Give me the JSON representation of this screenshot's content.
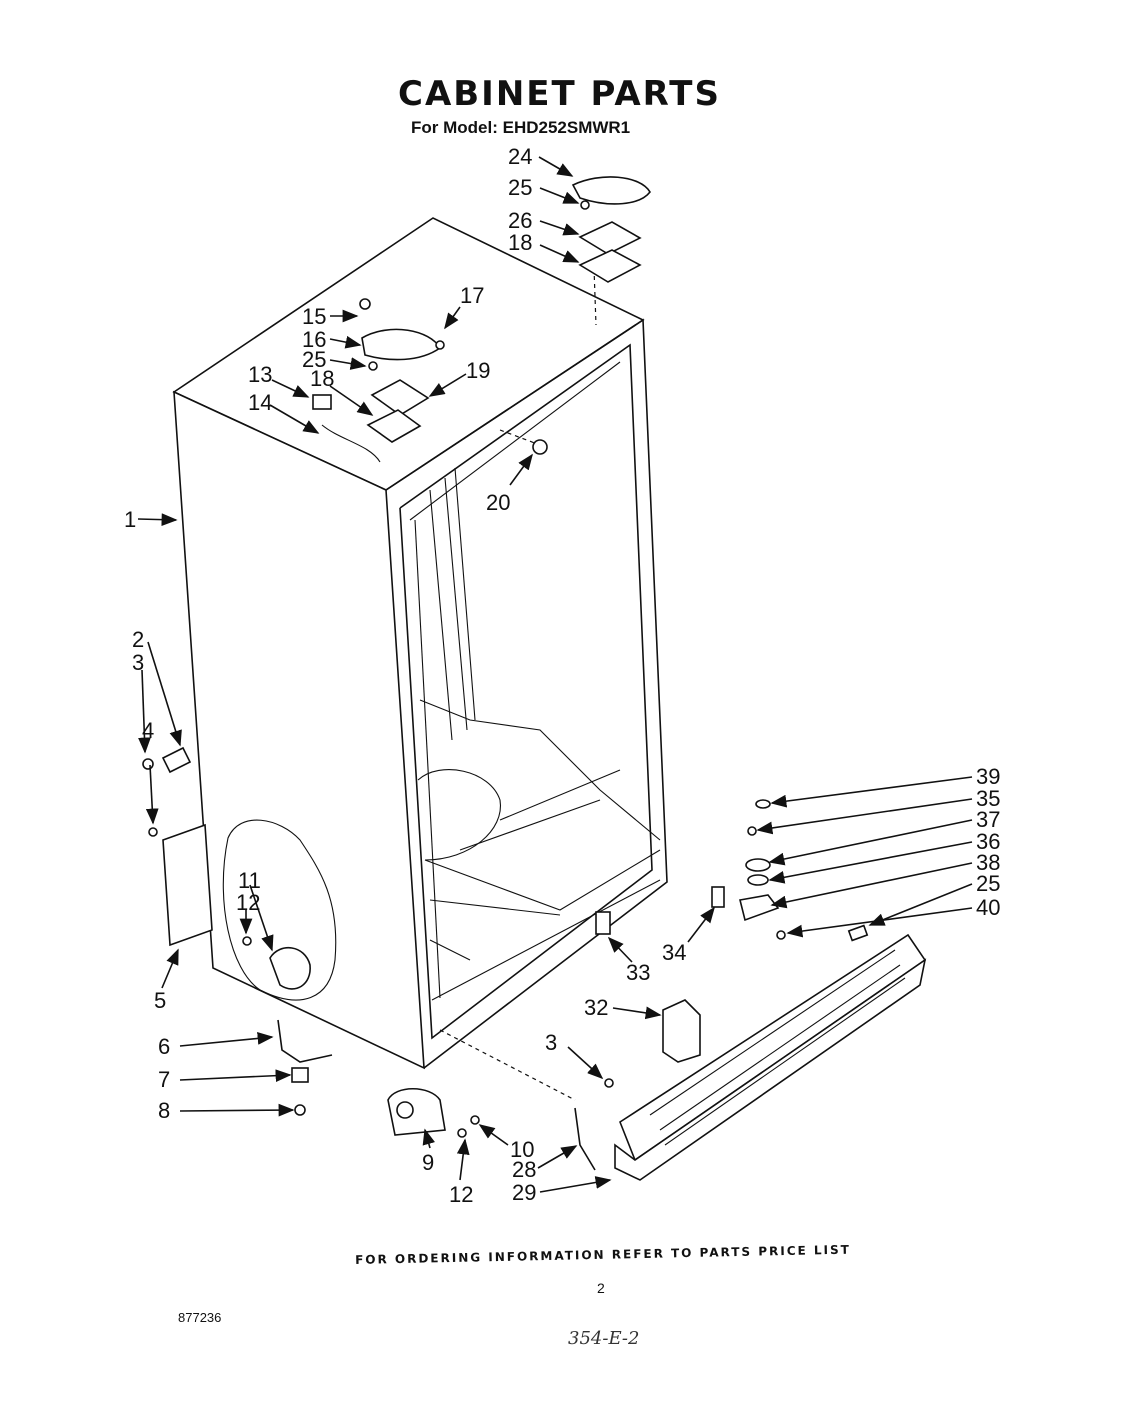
{
  "title": "CABINET PARTS",
  "subtitle": "For Model: EHD252SMWR1",
  "footer": "FOR ORDERING INFORMATION REFER TO PARTS PRICE LIST",
  "page_number": "2",
  "document_number": "877236",
  "handwritten_note": "354-E-2",
  "callouts": {
    "c1": "1",
    "c2": "2",
    "c3a": "3",
    "c4": "4",
    "c5": "5",
    "c6": "6",
    "c7": "7",
    "c8": "8",
    "c9": "9",
    "c10": "10",
    "c11": "11",
    "c12a": "12",
    "c12b": "12",
    "c13": "13",
    "c14": "14",
    "c15": "15",
    "c16": "16",
    "c17": "17",
    "c18a": "18",
    "c18b": "18",
    "c19": "19",
    "c20": "20",
    "c24": "24",
    "c25a": "25",
    "c25b": "25",
    "c25c": "25",
    "c26": "26",
    "c28": "28",
    "c29": "29",
    "c3b": "3",
    "c32": "32",
    "c33": "33",
    "c34": "34",
    "c35": "35",
    "c36": "36",
    "c37": "37",
    "c38": "38",
    "c39": "39",
    "c40": "40"
  }
}
